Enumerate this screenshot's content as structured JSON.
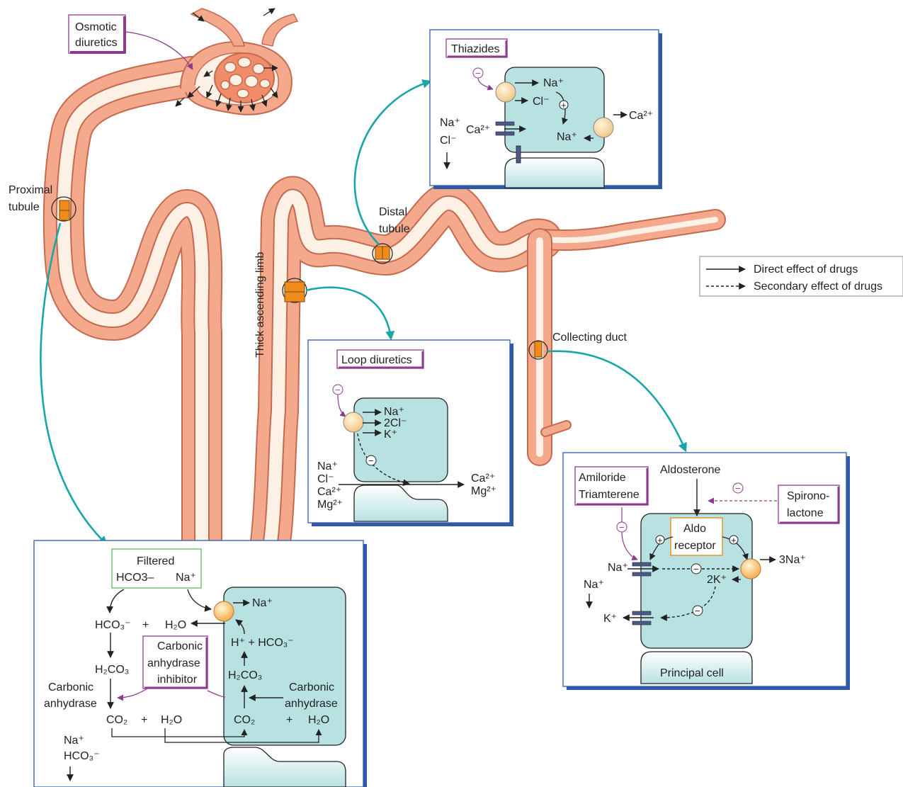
{
  "drugs": {
    "osmotic": [
      "Osmotic",
      "diuretics"
    ],
    "thiazides": "Thiazides",
    "loop": "Loop diuretics",
    "carbonic_inhibitor": [
      "Carbonic",
      "anhydrase",
      "inhibitor"
    ],
    "amiloride": [
      "Amiloride",
      "Triamterene"
    ],
    "spironolactone": [
      "Spirono-",
      "lactone"
    ]
  },
  "segments": {
    "proximal": [
      "Proximal",
      "tubule"
    ],
    "distal": [
      "Distal",
      "tubule"
    ],
    "thick_limb": "Thick ascending limb",
    "collecting": "Collecting duct"
  },
  "legend": {
    "direct": "Direct effect of drugs",
    "secondary": "Secondary effect of drugs"
  },
  "thiazide_panel": {
    "na": "Na⁺",
    "cl": "Cl⁻",
    "na_lumen": "Na⁺",
    "cl_lumen": "Cl⁻",
    "ca_in": "Ca²⁺",
    "na_cell": "Na⁺",
    "ca_out": "Ca²⁺",
    "plus": "+",
    "minus": "−"
  },
  "loop_panel": {
    "na": "Na⁺",
    "cl": "2Cl⁻",
    "k": "K⁺",
    "lumen": [
      "Na⁺",
      "Cl⁻",
      "Ca²⁺",
      "Mg²⁺"
    ],
    "out": [
      "Ca²⁺",
      "Mg²⁺"
    ],
    "minus": "−"
  },
  "proximal_panel": {
    "filtered": "Filtered",
    "hco3": "HCO3–",
    "na": "Na⁺",
    "na_out": "Na⁺",
    "hco3_lumen": "HCO₃⁻",
    "plus1": "+",
    "h2o_1": "H₂O",
    "h2co3_lumen": "H₂CO₃",
    "ca_lumen": [
      "Carbonic",
      "anhydrase"
    ],
    "co2_lumen": "CO₂",
    "plus2": "+",
    "h2o_2": "H₂O",
    "h_hco3": "H⁺ + HCO₃⁻",
    "h2co3_cell": "H₂CO₃",
    "ca_cell": [
      "Carbonic",
      "anhydrase"
    ],
    "co2_cell": "CO₂",
    "plus3": "+",
    "h2o_cell": "H₂O",
    "bottom": [
      "Na⁺",
      "HCO₃⁻"
    ]
  },
  "collecting_panel": {
    "aldosterone": "Aldosterone",
    "aldo_receptor": [
      "Aldo",
      "receptor"
    ],
    "na_in": "Na⁺",
    "na3_out": "3Na⁺",
    "k2_in": "2K⁺",
    "na_lumen": "Na⁺",
    "k_lumen": "K⁺",
    "principal": "Principal cell",
    "plus": "+",
    "minus": "−"
  },
  "colors": {
    "tubule_outer": "#f4a98c",
    "tubule_inner": "#fdf0e4",
    "cell": "#b8e1e2",
    "panel_border": "#2e5aa8",
    "panel_shadow": "#2e5aa8",
    "drug_box": "#8e3a8e",
    "teal_arrow": "#1aa6a6",
    "pump": "#f7b25a",
    "channel": "#4a5a8a"
  }
}
